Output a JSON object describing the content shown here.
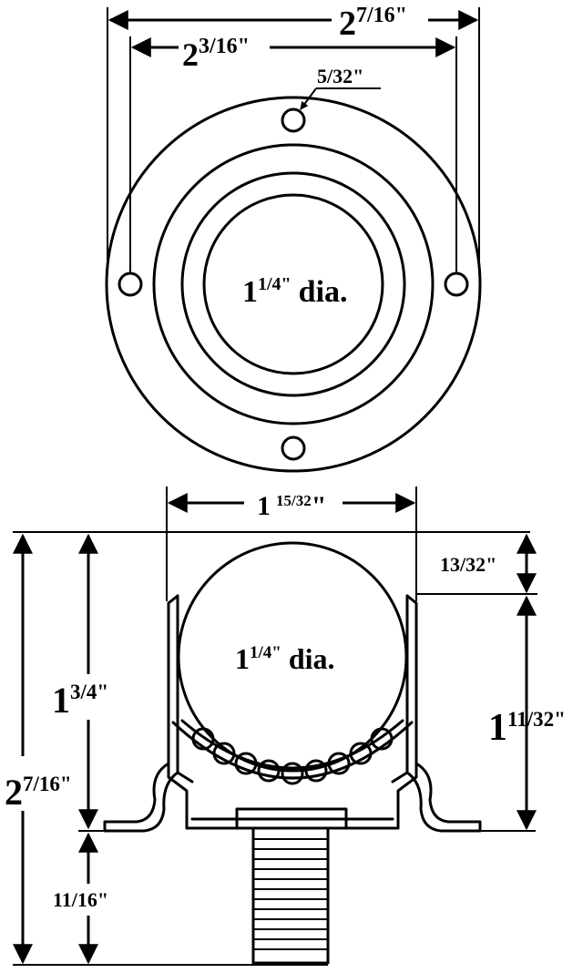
{
  "top_view": {
    "overall_width": {
      "whole": "2",
      "frac": "7/16\""
    },
    "hole_spacing": {
      "whole": "2",
      "frac": "3/16\""
    },
    "hole_dia": "5/32\"",
    "ball_dia": {
      "whole": "1",
      "frac": "1/4\"",
      "suffix": "dia."
    }
  },
  "side_view": {
    "cup_width": {
      "whole": "1",
      "frac": "15/32",
      "quote": "\""
    },
    "ball_protrusion": "13/32\"",
    "cup_height": {
      "whole": "1",
      "frac": "11/32\""
    },
    "body_height": {
      "whole": "1",
      "frac": "3/4\""
    },
    "overall_height": {
      "whole": "2",
      "frac": "7/16\""
    },
    "stud_length": "11/16\"",
    "ball_dia": {
      "whole": "1",
      "frac": "1/4\"",
      "suffix": "dia."
    }
  }
}
